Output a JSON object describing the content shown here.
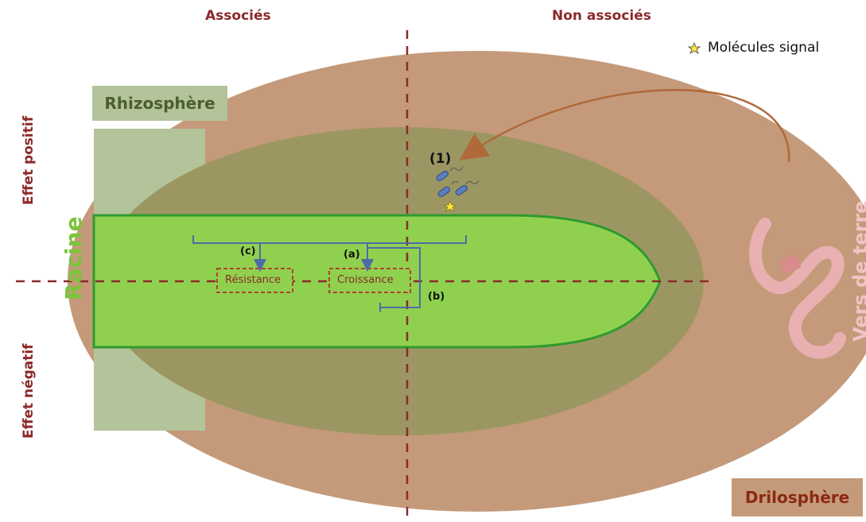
{
  "labels": {
    "associes": "Associés",
    "non_associes": "Non associés",
    "legend_signal": "Molécules signal",
    "rhizosphere": "Rhizosphère",
    "drilosphere": "Drilosphère",
    "effet_positif": "Effet positif",
    "effet_negatif": "Effet négatif",
    "racine": "Racine",
    "vers_de_terre": "Vers de terre",
    "resistance": "Résistance",
    "croissance": "Croissance",
    "marker_1": "(1)",
    "marker_a": "(a)",
    "marker_b": "(b)",
    "marker_c": "(c)"
  },
  "colors": {
    "drilosphere": "#c49a7a",
    "rhizosphere": "#9c9762",
    "rhizo_box": "#b3c39a",
    "root": "#8fd14f",
    "root_edge": "#2f9a2f",
    "axis": "#8b2a2a",
    "arrow": "#4f6aa8",
    "worm": "#e8b0b0"
  },
  "icons": {
    "signal": "star-icon",
    "bacteria": "bacteria-icon",
    "worm": "earthworm-icon"
  }
}
